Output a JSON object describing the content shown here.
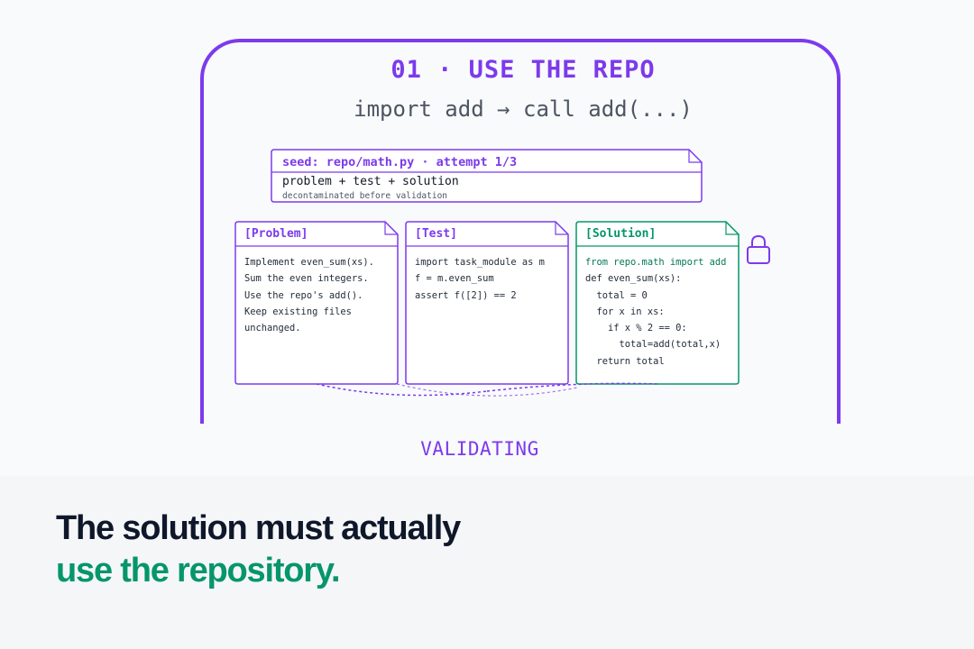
{
  "step": {
    "title": "01 · USE THE REPO",
    "subtitle": "import add → call add(...)"
  },
  "seed": {
    "title": "seed: repo/math.py · attempt 1/3",
    "line1": "problem + test + solution",
    "line2": "decontaminated before validation"
  },
  "cards": {
    "problem": {
      "title": "[Problem]",
      "lines": [
        "Implement even_sum(xs).",
        "Sum the even integers.",
        "Use the repo's add().",
        "Keep existing files",
        "unchanged."
      ]
    },
    "test": {
      "title": "[Test]",
      "lines": [
        "import task_module as m",
        "f = m.even_sum",
        "assert f([2]) == 2"
      ]
    },
    "solution": {
      "title": "[Solution]",
      "import_line": "from repo.math import add",
      "lines": [
        "def even_sum(xs):",
        "  total = 0",
        "  for x in xs:",
        "    if x % 2 == 0:",
        "      total=add(total,x)",
        "  return total"
      ]
    }
  },
  "icons": {
    "lock": "lock-icon"
  },
  "status": "VALIDATING",
  "headline": {
    "line1": "The solution must actually",
    "line2": "use the repository."
  },
  "colors": {
    "accent": "#7c3aed",
    "success": "#059669",
    "text": "#0f172a"
  }
}
